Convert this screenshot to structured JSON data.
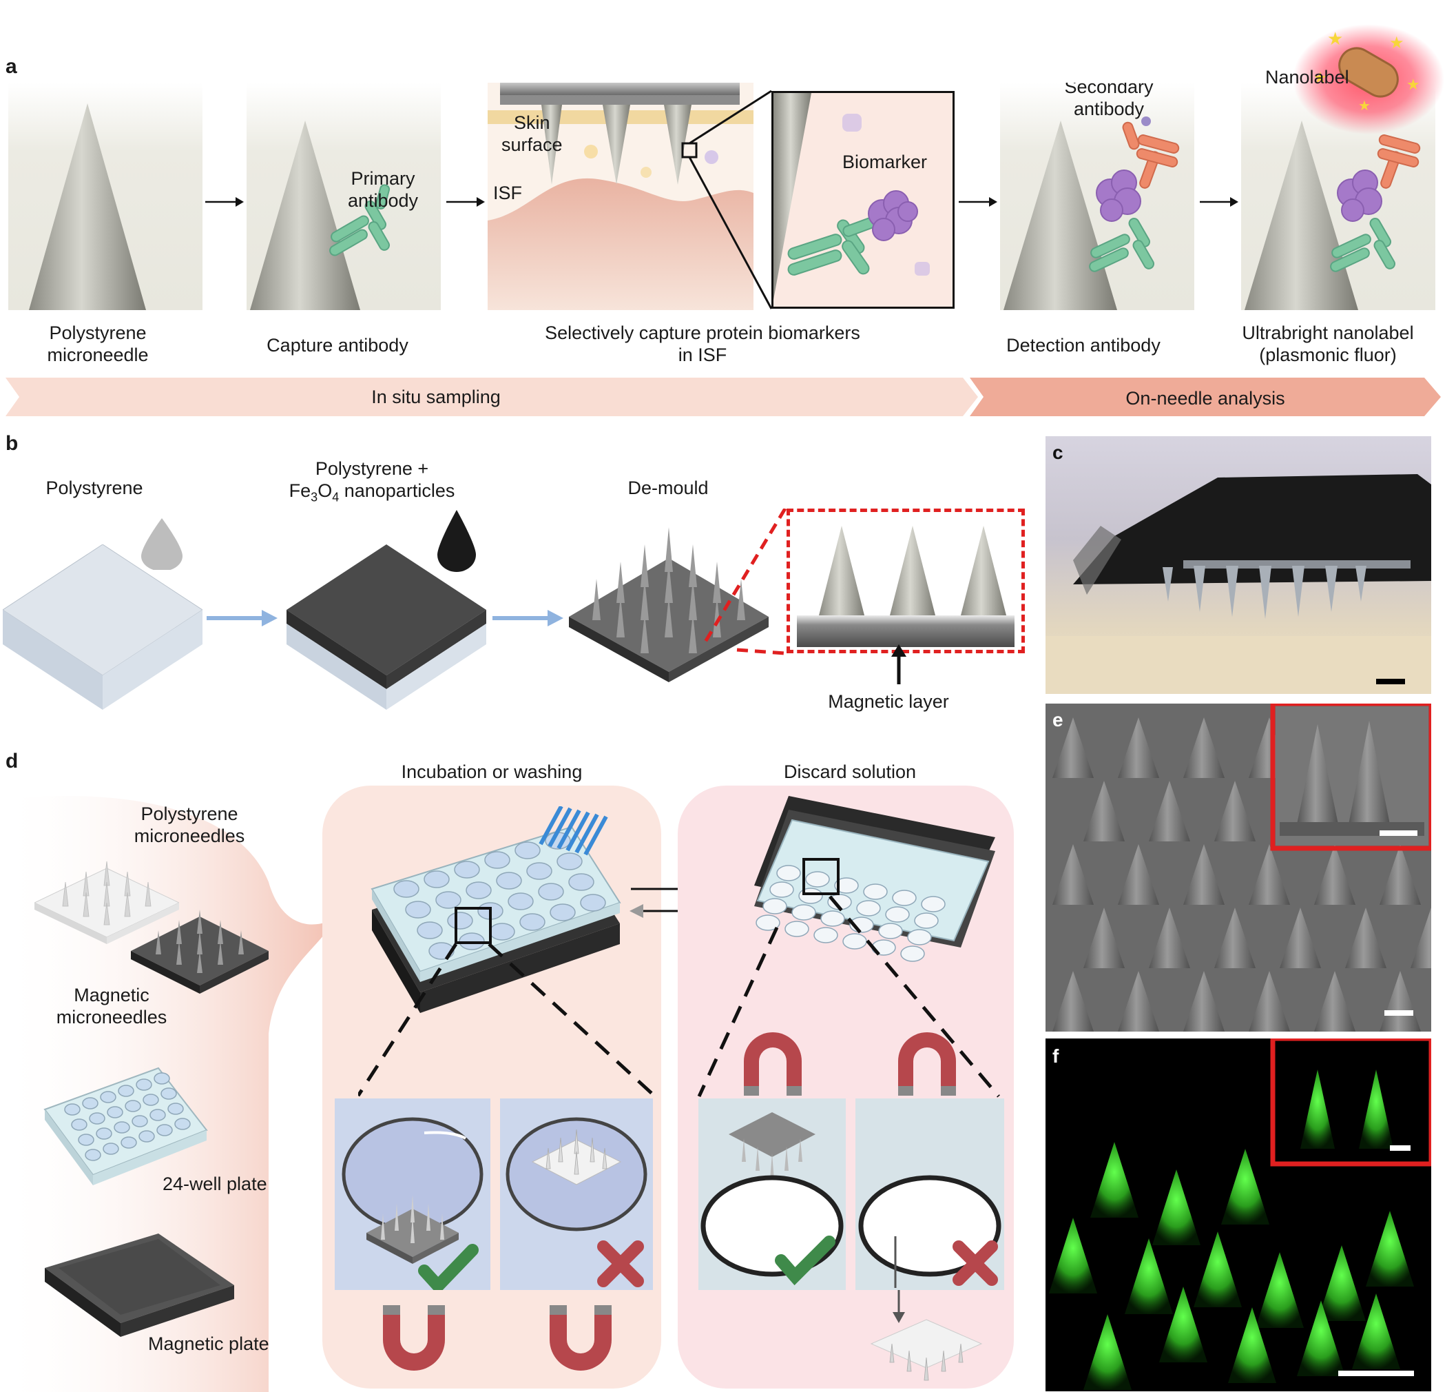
{
  "panels": {
    "a": "a",
    "b": "b",
    "c": "c",
    "d": "d",
    "e": "e",
    "f": "f"
  },
  "panel_a": {
    "steps": [
      {
        "caption_l1": "Polystyrene",
        "caption_l2": "microneedle"
      },
      {
        "caption_l1": "Capture antibody",
        "inner_l1": "Primary",
        "inner_l2": "antibody"
      },
      {
        "caption_l1": "Selectively capture protein biomarkers",
        "caption_l2": "in ISF",
        "skin_l1": "Skin",
        "skin_l2": "surface",
        "isf": "ISF",
        "biomarker": "Biomarker"
      },
      {
        "caption_l1": "Detection antibody",
        "inner_l1": "Secondary",
        "inner_l2": "antibody"
      },
      {
        "caption_l1": "Ultrabright nanolabel",
        "caption_l2": "(plasmonic fluor)",
        "inner_l1": "Nanolabel"
      }
    ],
    "banner_left": "In situ sampling",
    "banner_right": "On-needle analysis"
  },
  "panel_b": {
    "step1": "Polystyrene",
    "step2_l1": "Polystyrene +",
    "step2_fe": "Fe",
    "step2_sub3": "3",
    "step2_o": "O",
    "step2_sub4": "4",
    "step2_rest": " nanoparticles",
    "step3": "De-mould",
    "magnetic_layer": "Magnetic layer"
  },
  "panel_d": {
    "pn_l1": "Polystyrene",
    "pn_l2": "microneedles",
    "mn_l1": "Magnetic",
    "mn_l2": "microneedles",
    "plate": "24-well plate",
    "magplate": "Magnetic plate",
    "incubation": "Incubation or washing",
    "discard": "Discard solution"
  },
  "colors": {
    "accent_red": "#e02020",
    "banner_light": "#f9ddd3",
    "banner_dark": "#efab98",
    "check_green": "#3f8a4a",
    "cross_red": "#b6474c",
    "antibody_green": "#7cc7a0",
    "antibody_orange": "#ee8a6a",
    "biomarker_purple": "#a579c9"
  }
}
